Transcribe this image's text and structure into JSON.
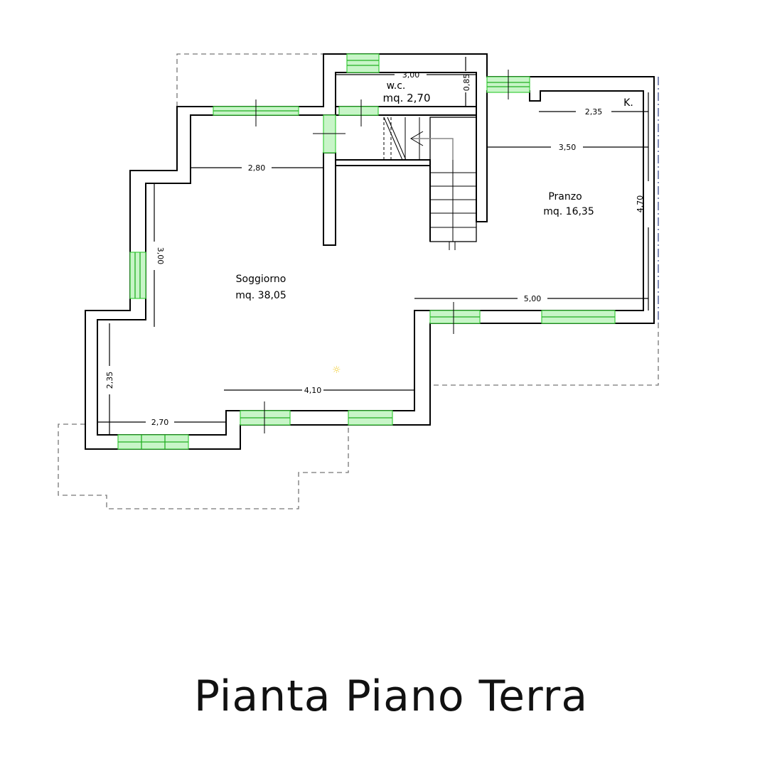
{
  "title": "Pianta Piano Terra",
  "rooms": [
    {
      "name": "w.c.",
      "area": "mq. 2,70"
    },
    {
      "name": "Pranzo",
      "area": "mq. 16,35"
    },
    {
      "name": "Soggiorno",
      "area": "mq. 38,05"
    },
    {
      "name": "K."
    }
  ],
  "dimensions": {
    "wc_width": "3,00",
    "wc_depth": "0,85",
    "kitchen_width": "2,35",
    "pranzo_width": "3,50",
    "pranzo_depth": "4,70",
    "soggiorno_top": "2,80",
    "soggiorno_left": "3,00",
    "south_wall": "5,00",
    "soggiorno_bottom": "4,10",
    "bay_height": "2,35",
    "bay_width": "2,70"
  },
  "colors": {
    "window": "#3ccf3c",
    "wall": "#000000",
    "dashed": "#777777"
  }
}
